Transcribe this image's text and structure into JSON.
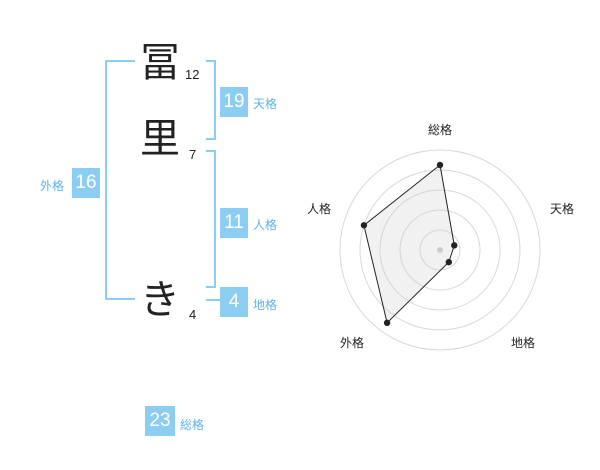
{
  "name": {
    "chars": [
      {
        "char": "冨",
        "strokes": "12"
      },
      {
        "char": "里",
        "strokes": "7"
      },
      {
        "char": "き",
        "strokes": "4"
      }
    ]
  },
  "fortune": {
    "tenkaku": {
      "value": "19",
      "label": "天格"
    },
    "jinkaku": {
      "value": "11",
      "label": "人格"
    },
    "chikaku": {
      "value": "4",
      "label": "地格"
    },
    "gaikaku": {
      "value": "16",
      "label": "外格"
    },
    "soukaku": {
      "value": "23",
      "label": "総格"
    }
  },
  "radar": {
    "axes": [
      "総格",
      "天格",
      "地格",
      "外格",
      "人格"
    ],
    "values": [
      0.85,
      0.15,
      0.15,
      0.9,
      0.8
    ],
    "rings": 5
  },
  "colors": {
    "accent": "#8ccdf2",
    "label": "#5fb2e8",
    "text": "#222222"
  }
}
